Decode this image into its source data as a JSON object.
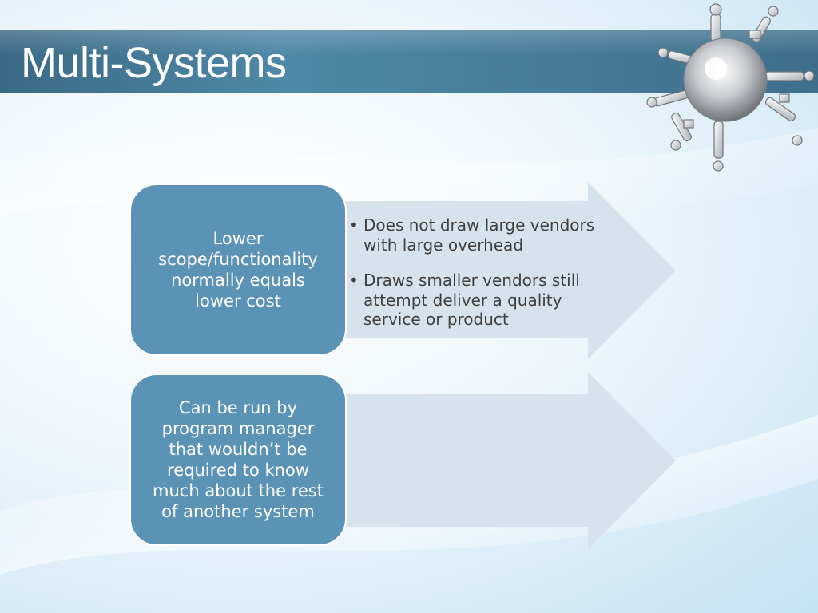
{
  "slide": {
    "title": "Multi-Systems"
  },
  "rows": [
    {
      "box_text": "Lower scope/functionality normally equals lower cost",
      "bullets": [
        "Does not draw large vendors with large overhead",
        "Draws smaller vendors still attempt deliver a quality service or product"
      ]
    },
    {
      "box_text": "Can be run by program manager that wouldn’t be required to know much about the rest of another system",
      "bullets": []
    }
  ],
  "colors": {
    "title_bar": "#4a7f9e",
    "box_fill": "#5b93b6",
    "arrow_fill": "#d7e3ec",
    "bullet_text": "#404040",
    "title_text": "#ffffff"
  },
  "icons": {
    "globe": "globe-people-icon"
  }
}
